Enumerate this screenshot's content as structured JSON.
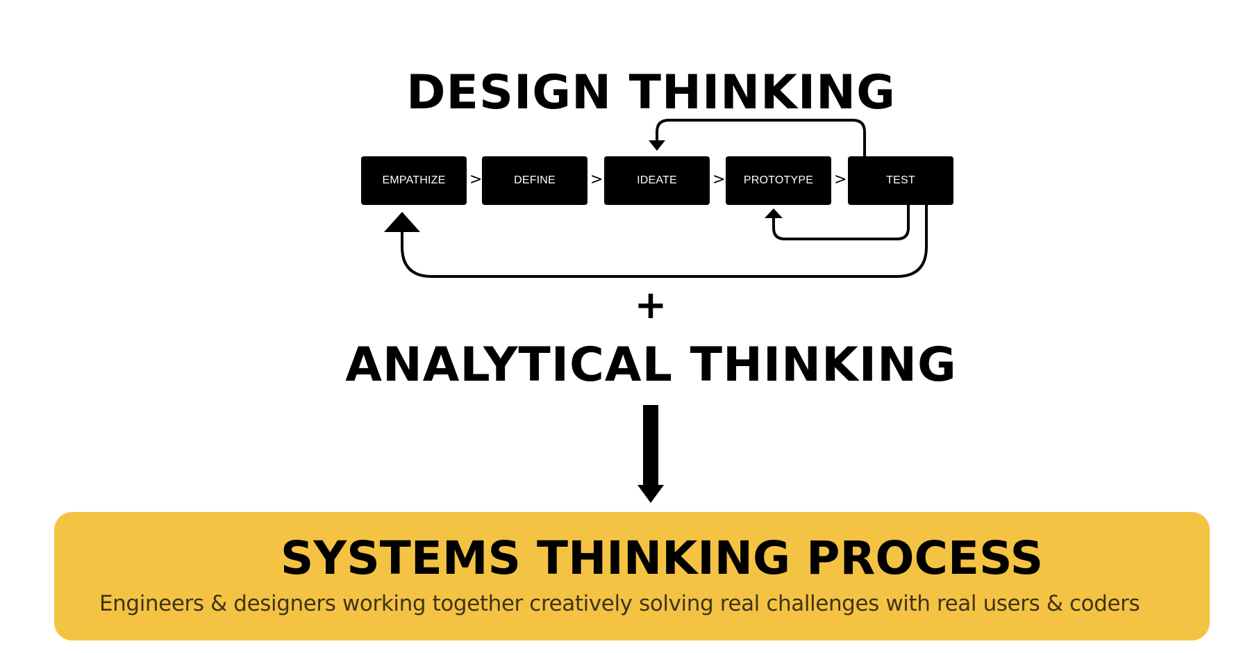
{
  "design_thinking": {
    "title": "DESIGN THINKING",
    "steps": [
      {
        "label": "EMPATHIZE"
      },
      {
        "label": "DEFINE"
      },
      {
        "label": "IDEATE"
      },
      {
        "label": "PROTOTYPE"
      },
      {
        "label": "TEST"
      }
    ],
    "separator": ">"
  },
  "plus": "+",
  "analytical_thinking": {
    "title": "ANALYTICAL THINKING"
  },
  "systems_thinking": {
    "title": "SYSTEMS THINKING PROCESS",
    "subtitle": "Engineers & designers working together creatively solving real challenges with real users & coders"
  },
  "colors": {
    "accent_panel": "#f5c343",
    "ink": "#000000",
    "subtitle_ink": "#3d3319"
  }
}
